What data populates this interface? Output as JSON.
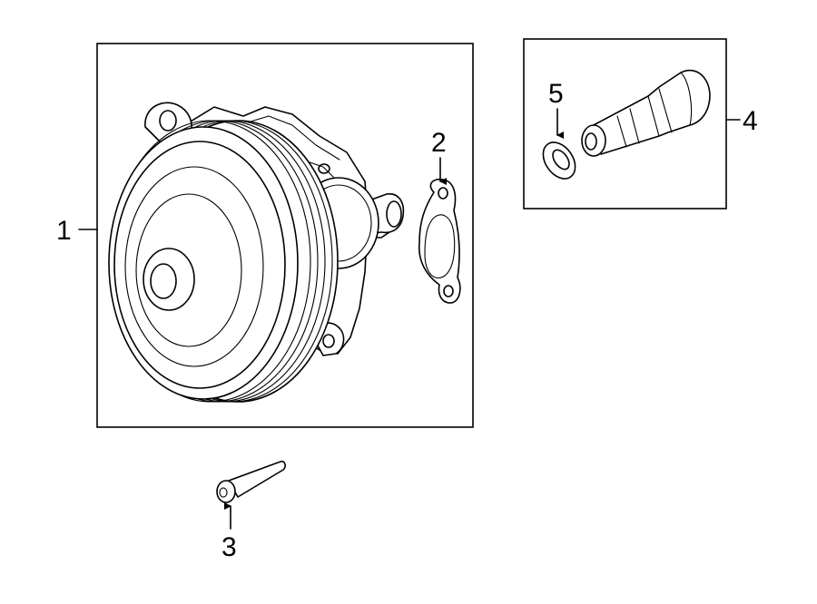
{
  "diagram": {
    "callouts": {
      "c1": "1",
      "c2": "2",
      "c3": "3",
      "c4": "4",
      "c5": "5"
    }
  }
}
